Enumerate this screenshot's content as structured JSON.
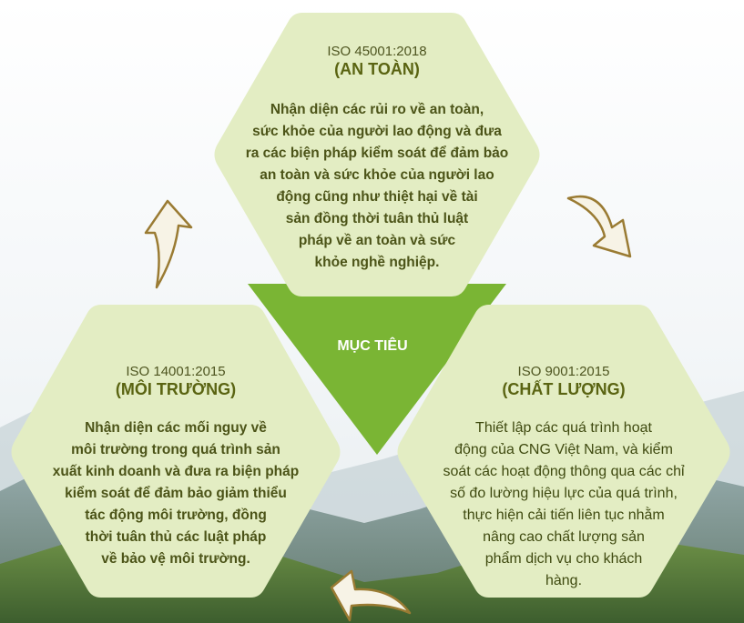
{
  "colors": {
    "hex_fill": "#e3edc3",
    "triangle_fill": "#7ab534",
    "arrow_stroke": "#9a7b33",
    "text_dark": "#4c5418",
    "title_green": "#5a6412"
  },
  "center": {
    "label": "MỤC TIÊU"
  },
  "hexagons": {
    "safety": {
      "standard": "ISO 45001:2018",
      "title": "(AN TOÀN)",
      "lines": [
        "Nhận diện các rủi ro về an toàn,",
        "sức khỏe của người lao động và đưa",
        "ra các biện pháp kiểm soát để đảm bảo",
        "an toàn và sức khỏe của người lao",
        "động cũng như thiệt hại về tài",
        "sản đồng thời tuân thủ luật",
        "pháp về an toàn và sức",
        "khỏe nghề nghiệp."
      ]
    },
    "environment": {
      "standard": "ISO 14001:2015",
      "title": "(MÔI TRƯỜNG)",
      "lines": [
        "Nhận diện các mối nguy về",
        "môi trường trong quá trình sản",
        "xuất kinh doanh và đưa ra biện pháp",
        "kiểm soát để đảm bảo giảm thiểu",
        "tác động môi trường, đồng",
        "thời tuân thủ các luật pháp",
        "về bảo vệ môi trường."
      ]
    },
    "quality": {
      "standard": "ISO 9001:2015",
      "title": "(CHẤT LƯỢNG)",
      "lines": [
        "Thiết lập các quá trình hoạt",
        "động của CNG Việt Nam, và kiểm",
        "soát các hoạt động thông qua các chỉ",
        "số đo lường hiệu lực của quá trình,",
        "thực hiện cải tiến liên tục nhằm",
        "nâng cao chất lượng sản",
        "phẩm dịch vụ cho khách",
        "hàng."
      ]
    }
  },
  "arrows": [
    "arrow-up-left",
    "arrow-down-right",
    "arrow-left-bottom"
  ]
}
